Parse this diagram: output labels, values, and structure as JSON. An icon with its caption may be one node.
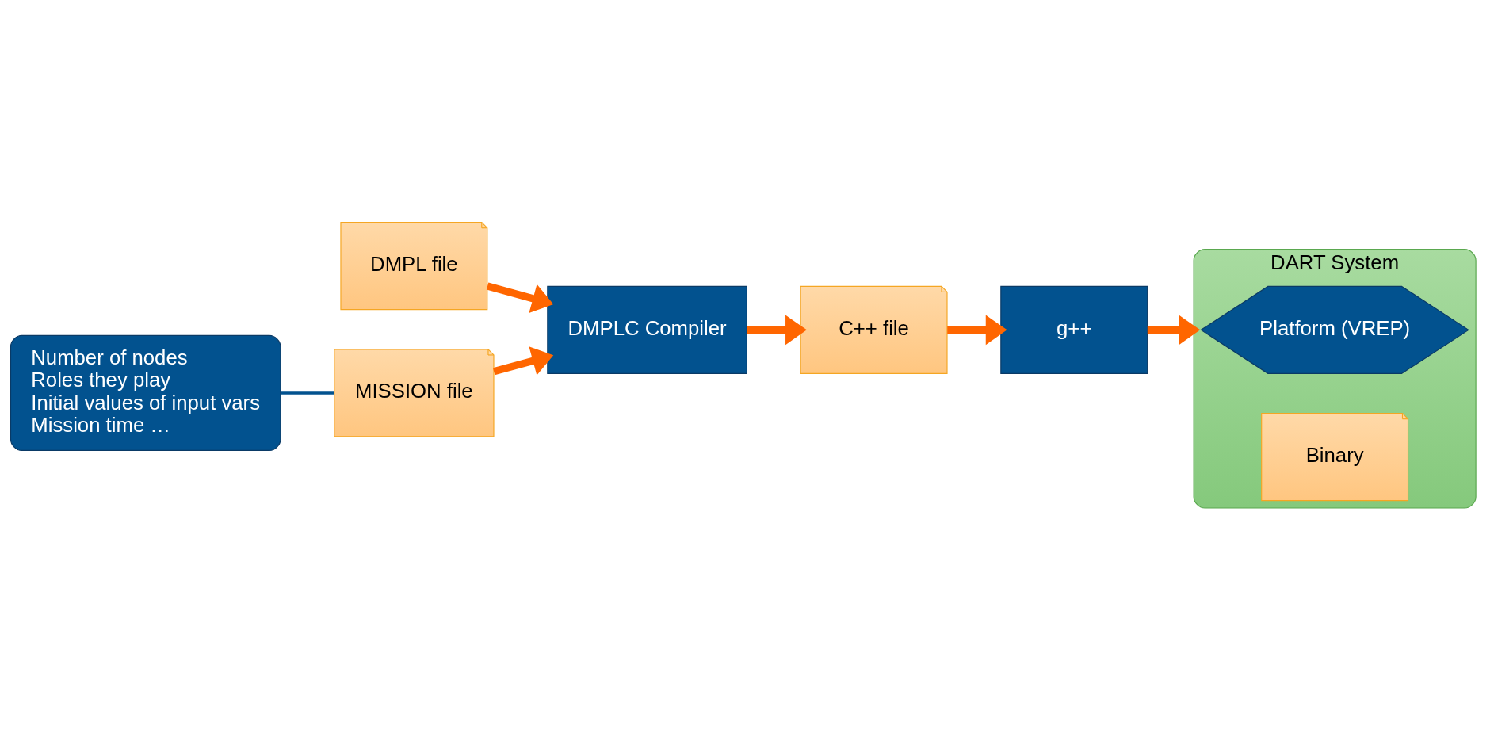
{
  "diagram": {
    "nodes": [
      {
        "text": [
          "DMPL file"
        ]
      },
      {
        "text": [
          "MISSION file"
        ]
      },
      {
        "text": [
          "DMPLC Compiler"
        ]
      },
      {
        "text": [
          "C++ file"
        ]
      },
      {
        "text": [
          "g++"
        ]
      },
      {
        "text": [
          "DART System"
        ]
      },
      {
        "text": [
          "Platform (VREP)"
        ],
        "in": 5
      },
      {
        "text": [
          "Binary"
        ],
        "in": 5
      },
      {
        "text": [
          "Number of nodes",
          "Roles they play",
          "Initial values of input vars",
          "Mission time …"
        ]
      }
    ],
    "edges": [
      {
        "from": 0,
        "to": 2,
        "arrow": "to"
      },
      {
        "from": 1,
        "to": 2,
        "arrow": "to"
      },
      {
        "from": 2,
        "to": 3,
        "arrow": "to"
      },
      {
        "from": 3,
        "to": 4,
        "arrow": "to"
      },
      {
        "from": 4,
        "to": 5,
        "arrow": "to"
      },
      {
        "from": 8,
        "to": 1,
        "arrow": "none",
        "color": "#02528f"
      }
    ]
  }
}
